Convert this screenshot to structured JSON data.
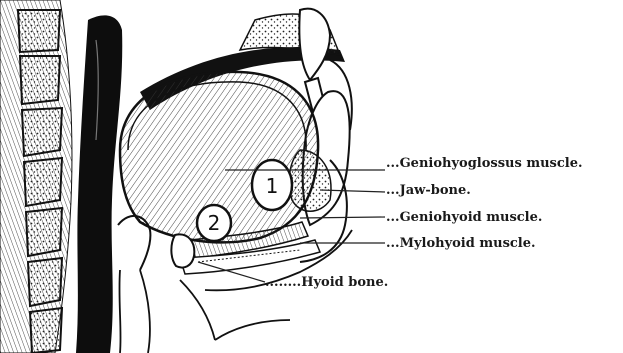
{
  "labels": {
    "genioglossus": "...Geniohyoglossus muscle.",
    "jaw_bone": "...Jaw-bone.",
    "geniohyoid": "...Geniohyoid muscle.",
    "mylohyoid": "...Mylohyoid muscle.",
    "hyoid": "........Hyoid bone."
  },
  "markers": {
    "one": "1",
    "two": "2"
  }
}
